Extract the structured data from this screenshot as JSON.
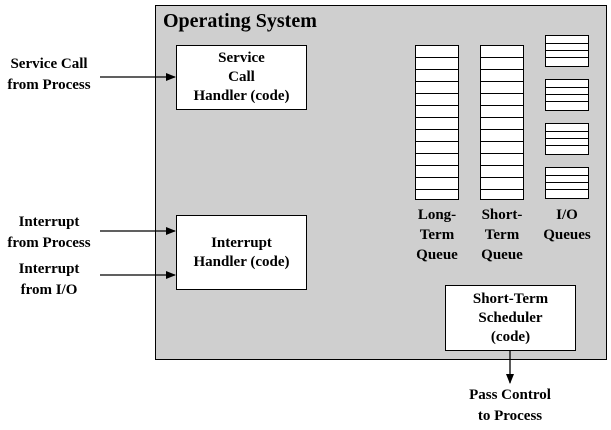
{
  "os": {
    "title": "Operating System"
  },
  "boxes": {
    "service_call_handler": [
      "Service",
      "Call",
      "Handler (code)"
    ],
    "interrupt_handler": [
      "Interrupt",
      "Handler (code)"
    ],
    "short_term_scheduler": [
      "Short-Term",
      "Scheduler",
      "(code)"
    ]
  },
  "external_inputs": {
    "service_call": [
      "Service Call",
      "from Process"
    ],
    "interrupt_process": [
      "Interrupt",
      "from Process"
    ],
    "interrupt_io": [
      "Interrupt",
      "from I/O"
    ]
  },
  "output": {
    "pass_control": [
      "Pass Control",
      "to Process"
    ]
  },
  "queues": {
    "long_term": [
      "Long-",
      "Term",
      "Queue"
    ],
    "short_term": [
      "Short-",
      "Term",
      "Queue"
    ],
    "io": [
      "I/O",
      "Queues"
    ]
  }
}
